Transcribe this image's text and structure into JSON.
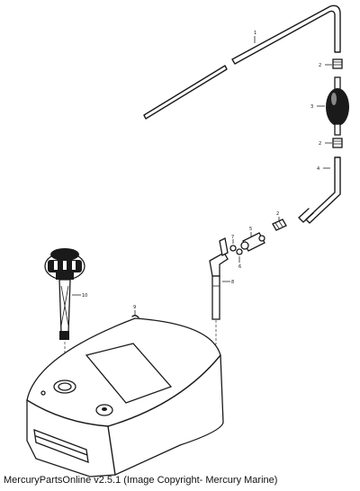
{
  "callouts": {
    "c1": "1",
    "c2a": "2",
    "c3": "3",
    "c2b": "2",
    "c4": "4",
    "c2c": "2",
    "c5": "5",
    "c6": "6",
    "c7": "7",
    "c8": "8",
    "c9": "9",
    "c10": "10"
  },
  "footer": {
    "text": "MercuryPartsOnline v2.5.1 (Image Copyright- Mercury Marine)"
  }
}
